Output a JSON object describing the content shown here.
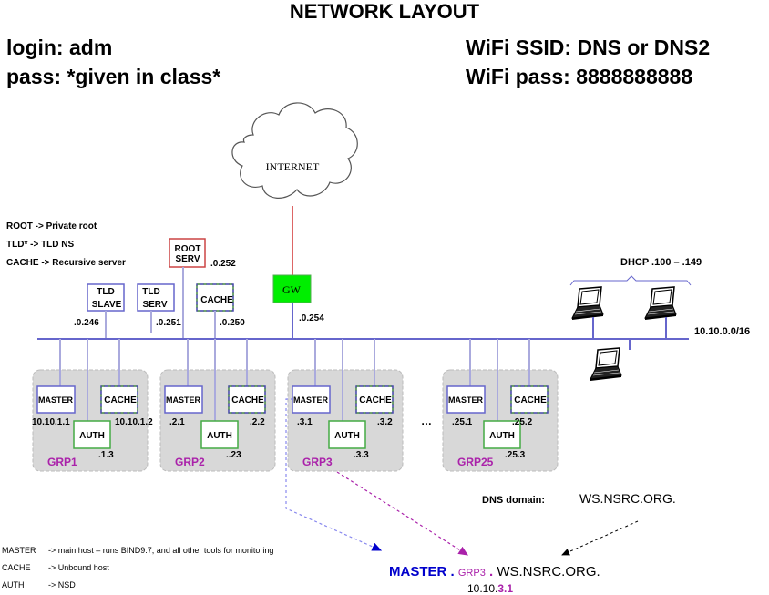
{
  "title": "NETWORK LAYOUT",
  "credentials": {
    "login": "login: adm",
    "pass": "pass:  *given in class*",
    "wifi_ssid": "WiFi SSID: DNS or DNS2",
    "wifi_pass": "WiFi pass:  8888888888"
  },
  "legend_top": [
    "ROOT  -> Private root",
    "TLD* -> TLD NS",
    "CACHE -> Recursive server"
  ],
  "internet": {
    "label": "INTERNET"
  },
  "gateway": {
    "label": "GW",
    "ip": ".0.254",
    "color": "#00ee00"
  },
  "servers": {
    "root": {
      "line1": "ROOT",
      "line2": "SERV",
      "ip": ".0.252"
    },
    "tld_slave": {
      "line1": "TLD",
      "line2": "SLAVE",
      "ip": ".0.246"
    },
    "tld_serv": {
      "line1": "TLD",
      "line2": "SERV",
      "ip": ".0.251"
    },
    "cache": {
      "label": "CACHE",
      "ip": ".0.250"
    }
  },
  "dhcp": {
    "label": "DHCP .100 – .149"
  },
  "network": {
    "label": "10.10.0.0/16"
  },
  "groups": [
    {
      "name": "GRP1",
      "master": "MASTER",
      "cache": "CACHE",
      "auth": "AUTH",
      "master_ip": "10.10.1.1",
      "cache_ip": "10.10.1.2",
      "auth_ip": ".1.3"
    },
    {
      "name": "GRP2",
      "master": "MASTER",
      "cache": "CACHE",
      "auth": "AUTH",
      "master_ip": ".2.1",
      "cache_ip": ".2.2",
      "auth_ip": "..23"
    },
    {
      "name": "GRP3",
      "master": "MASTER",
      "cache": "CACHE",
      "auth": "AUTH",
      "master_ip": ".3.1",
      "cache_ip": ".3.2",
      "auth_ip": ".3.3"
    },
    {
      "name": "GRP25",
      "master": "MASTER",
      "cache": "CACHE",
      "auth": "AUTH",
      "master_ip": ".25.1",
      "cache_ip": ".25.2",
      "auth_ip": ".25.3"
    }
  ],
  "ellipsis": "…",
  "dns_domain": {
    "label": "DNS domain:",
    "value": "WS.NSRC.ORG."
  },
  "fqdn": {
    "host": "MASTER",
    "dot1": " . ",
    "group": "GRP3",
    "dot2": " . ",
    "domain": "WS.NSRC.ORG.",
    "ip_prefix": "10.10.",
    "ip_suffix": "3.1"
  },
  "legend_bottom": [
    {
      "key": "MASTER",
      "desc": "-> main host – runs BIND9.7, and all other tools for monitoring"
    },
    {
      "key": "CACHE",
      "desc": "-> Unbound host"
    },
    {
      "key": "AUTH",
      "desc": "-> NSD"
    }
  ],
  "colors": {
    "lan": "#6666cc",
    "drop": "#aaaadd",
    "root_border": "#cc4444",
    "internet_link": "#dd6666",
    "auth_border": "#44aa44",
    "group_bg": "#d8d8d8",
    "group_label": "#aa22aa",
    "fqdn_host": "#0000cc",
    "fqdn_group": "#aa22aa"
  }
}
